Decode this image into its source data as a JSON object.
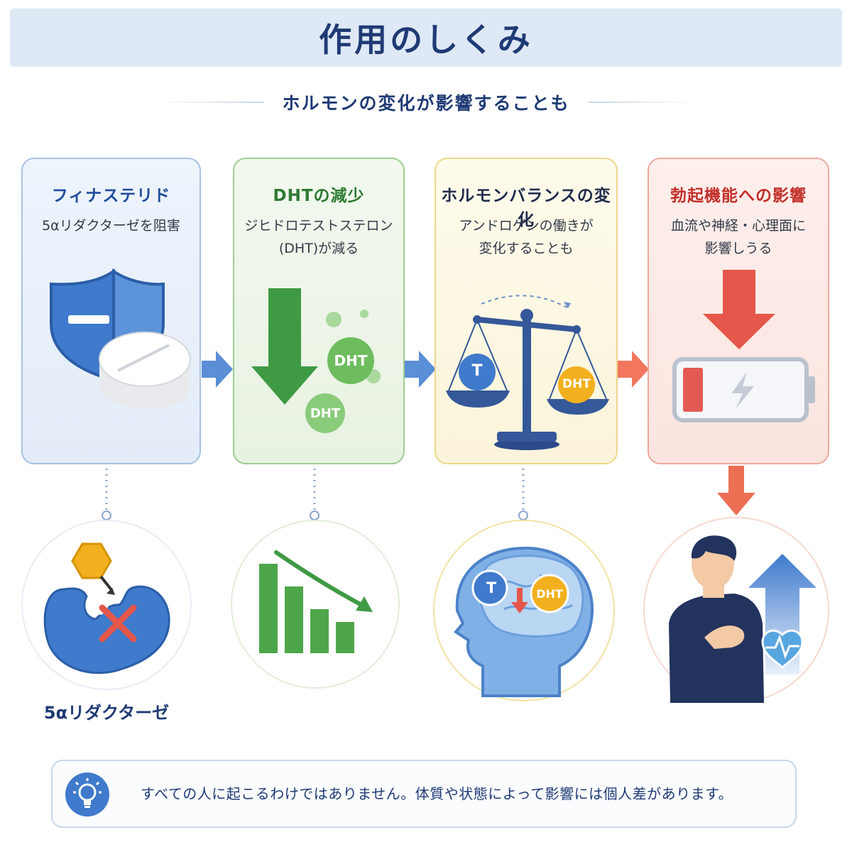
{
  "header": {
    "title": "作用のしくみ",
    "subtitle": "ホルモンの変化が影響することも"
  },
  "cards": [
    {
      "title": "フィナステリド",
      "desc": "5αリダクターゼを阻害"
    },
    {
      "title": "DHTの減少",
      "desc": "ジヒドロテストステロン\n(DHT)が減る",
      "badges": [
        "DHT",
        "DHT"
      ]
    },
    {
      "title": "ホルモンバランスの変化",
      "desc": "アンドロゲンの働きが\n変化することも",
      "badges": [
        "T",
        "DHT"
      ]
    },
    {
      "title": "勃起機能への影響",
      "desc": "血流や神経・心理面に\n影響しうる"
    }
  ],
  "circles": {
    "enzyme_label": "5αリダクターゼ",
    "brain_badges": [
      "T",
      "DHT"
    ]
  },
  "note": {
    "text": "すべての人に起こるわけではありません。体質や状態によって影響には個人差があります。"
  },
  "colors": {
    "blue": "#3f7acc",
    "green": "#3f9a44",
    "yellow": "#f2b01e",
    "red": "#e4574a",
    "navy": "#1f3a75"
  },
  "icons": [
    "shield-icon",
    "pill-icon",
    "down-arrow-icon",
    "scale-icon",
    "battery-icon",
    "enzyme-icon",
    "bar-chart-icon",
    "brain-icon",
    "person-icon",
    "heart-icon",
    "lightbulb-icon"
  ]
}
